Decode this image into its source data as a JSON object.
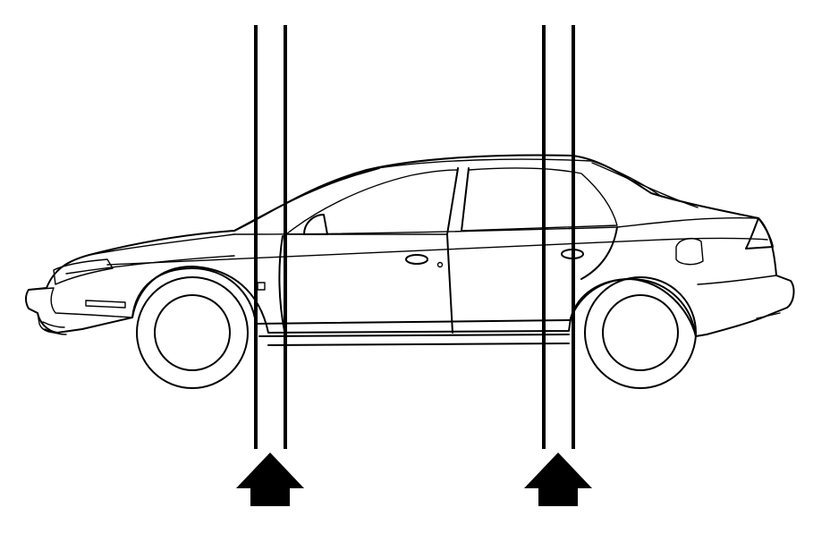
{
  "figure": {
    "subject": "sedan-side-view",
    "lift_points": [
      {
        "id": "front",
        "marker": "up-arrow-icon"
      },
      {
        "id": "rear",
        "marker": "up-arrow-icon"
      }
    ],
    "colors": {
      "line": "#000000",
      "background": "#ffffff"
    }
  }
}
